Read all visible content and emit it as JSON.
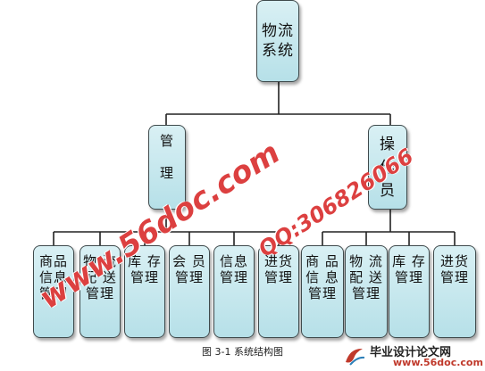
{
  "diagram": {
    "root": "物流\n系统",
    "managers": [
      {
        "label": "管\n\n理",
        "children": [
          "商品\n信息\n管理",
          "物 流\n配 送\n管理",
          "库 存\n管理",
          "会 员\n管理",
          "信息\n管理",
          "进货\n管理"
        ]
      },
      {
        "label": "操\n作\n员",
        "children": [
          "商 品\n信 息\n管理",
          "物 流\n配 送\n管理",
          "库 存\n管理",
          "进货\n管理"
        ]
      }
    ]
  },
  "caption": "图 3-1 系统结构图",
  "watermarks": {
    "site": "www.56doc.com",
    "qq": "QQ:306826066"
  },
  "logo": {
    "title": "毕业设计论文网",
    "url": "www.56doc.com"
  }
}
